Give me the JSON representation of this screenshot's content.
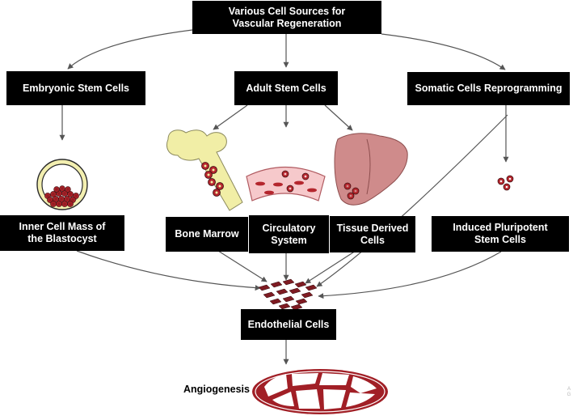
{
  "title_lines": [
    "Various Cell Sources for",
    "Vascular Regeneration"
  ],
  "categories": {
    "embryonic": "Embryonic Stem Cells",
    "adult": "Adult Stem Cells",
    "somatic": "Somatic Cells Reprogramming"
  },
  "sources": {
    "inner_cell_mass": [
      "Inner Cell Mass of",
      "the Blastocyst"
    ],
    "bone_marrow": "Bone Marrow",
    "circulatory": [
      "Circulatory",
      "System"
    ],
    "tissue_derived": [
      "Tissue Derived",
      "Cells"
    ],
    "ipsc": [
      "Induced Pluripotent",
      "Stem Cells"
    ]
  },
  "outcome": "Endothelial Cells",
  "process": "Angiogenesis",
  "watermark": [
    "A",
    "G"
  ],
  "colors": {
    "box_fill": "#000000",
    "box_text": "#ffffff",
    "cell_red": "#a11f26",
    "blastocyst_ring": "#f3efb0",
    "bone_fill": "#f1eea6",
    "vessel_fill": "#f6c9cb",
    "tissue_fill": "#cf8b8b",
    "arrow": "#555555"
  }
}
